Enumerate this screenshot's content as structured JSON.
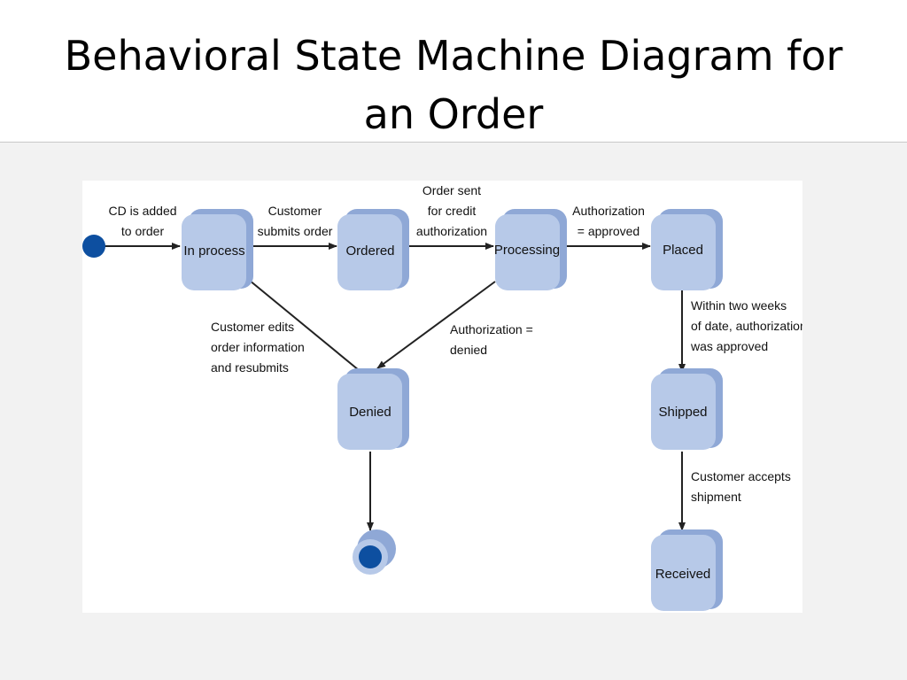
{
  "slide": {
    "title": "Behavioral State Machine Diagram for an Order"
  },
  "diagram": {
    "states": {
      "in_process": "In process",
      "ordered": "Ordered",
      "processing": "Processing",
      "placed": "Placed",
      "denied": "Denied",
      "shipped": "Shipped",
      "received": "Received"
    },
    "transitions": {
      "initial_to_in_process": [
        "CD is added",
        "to order"
      ],
      "in_process_to_ordered": [
        "Customer",
        "submits order"
      ],
      "ordered_to_processing": [
        "Order sent",
        "for credit",
        "authorization"
      ],
      "processing_to_placed": [
        "Authorization",
        "= approved"
      ],
      "processing_to_denied": [
        "Authorization =",
        "denied"
      ],
      "denied_to_in_process": [
        "Customer edits",
        "order information",
        "and resubmits"
      ],
      "placed_to_shipped": [
        "Within two weeks",
        "of date, authorization",
        "was approved"
      ],
      "shipped_to_received": [
        "Customer accepts",
        "shipment"
      ]
    },
    "colors": {
      "state_fill": "#b7c9e8",
      "state_side": "#8fa8d6",
      "state_top": "#d6e1f3",
      "initial_node": "#0d4fa0",
      "arrow": "#222222"
    }
  }
}
